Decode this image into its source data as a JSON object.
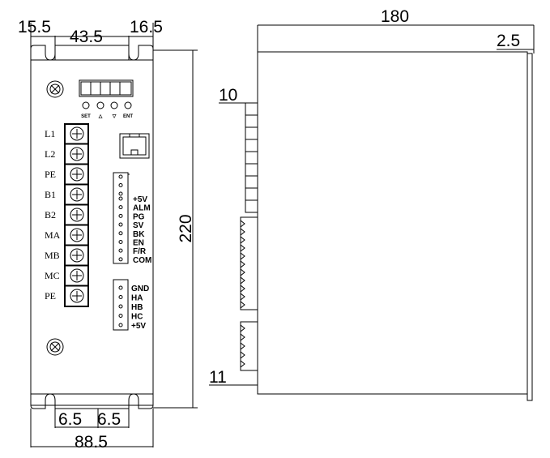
{
  "dimensions": {
    "top_left": "15.5",
    "top_mid": "43.5",
    "top_right": "16.5",
    "height": "220",
    "bottom_left": "6.5",
    "bottom_mid": "6.5",
    "bottom_width": "88.5",
    "side_length": "180",
    "side_top": "2.5",
    "side_upper": "10",
    "side_lower": "11"
  },
  "power_terminals": [
    "L1",
    "L2",
    "PE",
    "B1",
    "B2",
    "MA",
    "MB",
    "MC",
    "PE"
  ],
  "control_pins": [
    "+5V",
    "ALM",
    "PG",
    "SV",
    "BK",
    "EN",
    "F/R",
    "COM"
  ],
  "hall_pins": [
    "GND",
    "HA",
    "HB",
    "HC",
    "+5V"
  ],
  "buttons": [
    "SET",
    "△",
    "▽",
    "ENT"
  ]
}
